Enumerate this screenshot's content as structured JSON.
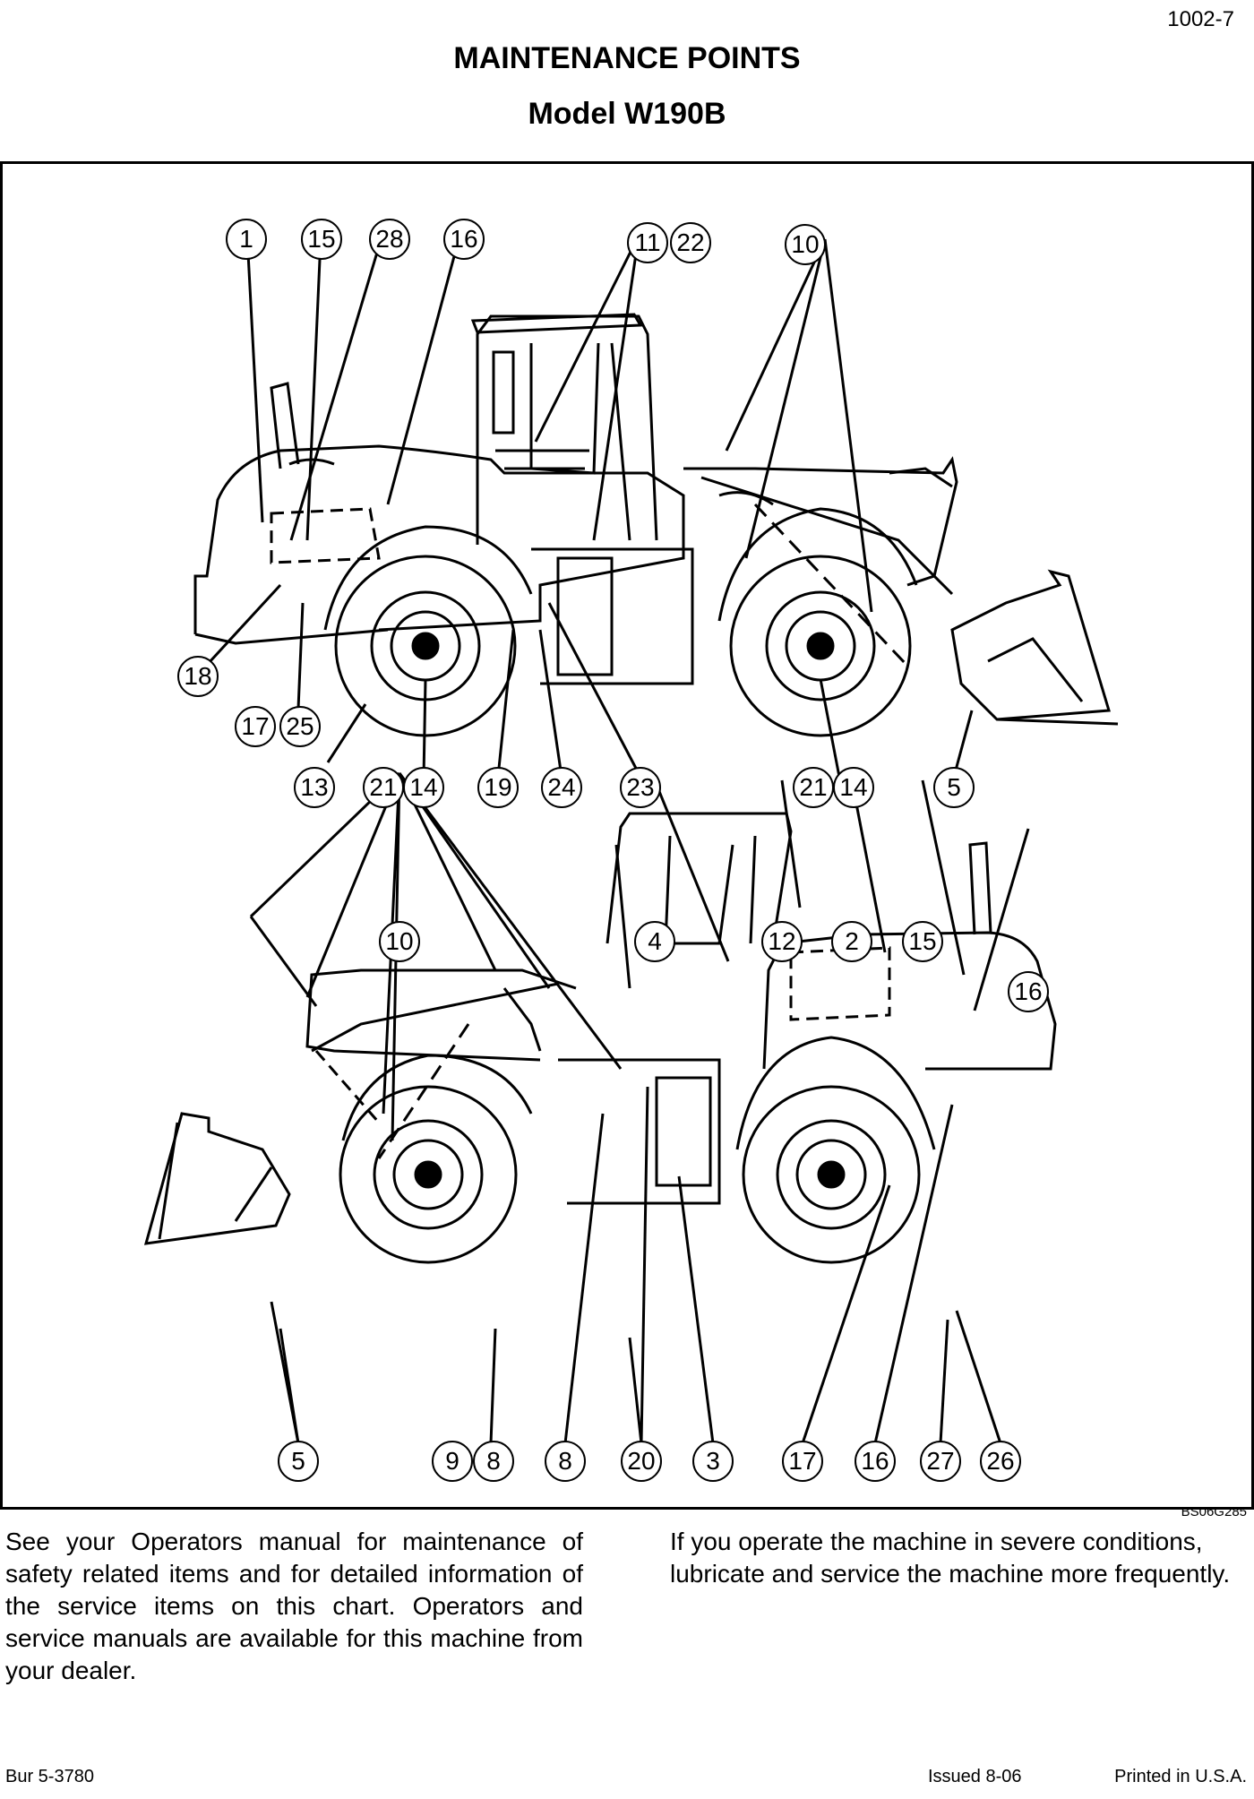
{
  "page": {
    "number": "1002-7",
    "title": "MAINTENANCE POINTS",
    "subtitle": "Model W190B",
    "figure_code": "BS06G285",
    "body_left": "See your Operators manual for maintenance of safety related items and for detailed information of the service items on this chart. Operators and service manuals are available for this machine from your dealer.",
    "body_right": "If you operate the machine in severe conditions, lubricate and service the machine more frequently.",
    "footer_left": "Bur 5-3780",
    "footer_mid": "Issued 8-06",
    "footer_right": "Printed in U.S.A."
  },
  "callouts_top": [
    "1",
    "15",
    "28",
    "16",
    "11",
    "22",
    "10",
    "18",
    "17",
    "25",
    "13",
    "21",
    "14",
    "19",
    "24",
    "23",
    "21",
    "14",
    "5"
  ],
  "callouts_bottom": [
    "10",
    "4",
    "12",
    "2",
    "15",
    "16",
    "5",
    "9",
    "8",
    "8",
    "20",
    "3",
    "17",
    "16",
    "27",
    "26"
  ]
}
